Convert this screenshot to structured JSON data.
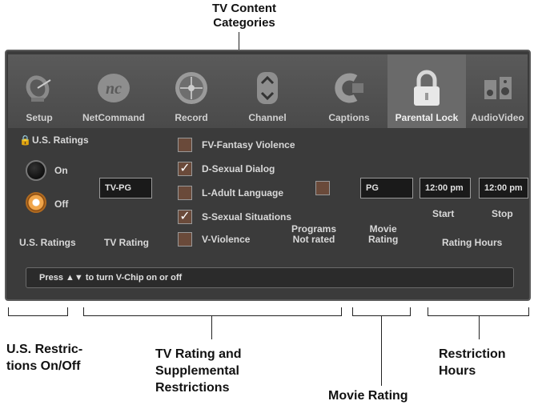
{
  "callouts": {
    "tv_content_categories": "TV Content\nCategories",
    "us_restrictions": "U.S. Restric-\ntions On/Off",
    "tv_rating_supplemental": "TV Rating and\nSupplemental\nRestrictions",
    "movie_rating": "Movie Rating",
    "restriction_hours": "Restriction\nHours"
  },
  "menu": [
    {
      "label": "Setup",
      "icon": "satellite-dish-icon"
    },
    {
      "label": "NetCommand",
      "icon": "netcommand-logo-icon"
    },
    {
      "label": "Record",
      "icon": "record-reel-icon"
    },
    {
      "label": "Channel",
      "icon": "channel-updown-icon"
    },
    {
      "label": "Captions",
      "icon": "captions-icon"
    },
    {
      "label": "Parental Lock",
      "icon": "padlock-icon",
      "active": true
    },
    {
      "label": "AudioVideo",
      "icon": "speakers-icon"
    }
  ],
  "us_ratings": {
    "title": "U.S. Ratings",
    "on_label": "On",
    "off_label": "Off",
    "selected": "Off",
    "section_label": "U.S. Ratings"
  },
  "tv_rating": {
    "value": "TV-PG",
    "label": "TV Rating"
  },
  "content_categories": [
    {
      "label": "FV-Fantasy Violence",
      "checked": false
    },
    {
      "label": "D-Sexual Dialog",
      "checked": true
    },
    {
      "label": "L-Adult Language",
      "checked": false
    },
    {
      "label": "S-Sexual Situations",
      "checked": true
    },
    {
      "label": "V-Violence",
      "checked": false
    }
  ],
  "programs_not_rated": {
    "label": "Programs\nNot rated",
    "checked": false
  },
  "movie_rating": {
    "value": "PG",
    "label": "Movie\nRating"
  },
  "rating_hours": {
    "start": "12:00 pm",
    "stop": "12:00 pm",
    "start_label": "Start",
    "stop_label": "Stop",
    "label": "Rating Hours"
  },
  "status": {
    "text": "Press ▲▼ to turn V-Chip on or off"
  }
}
